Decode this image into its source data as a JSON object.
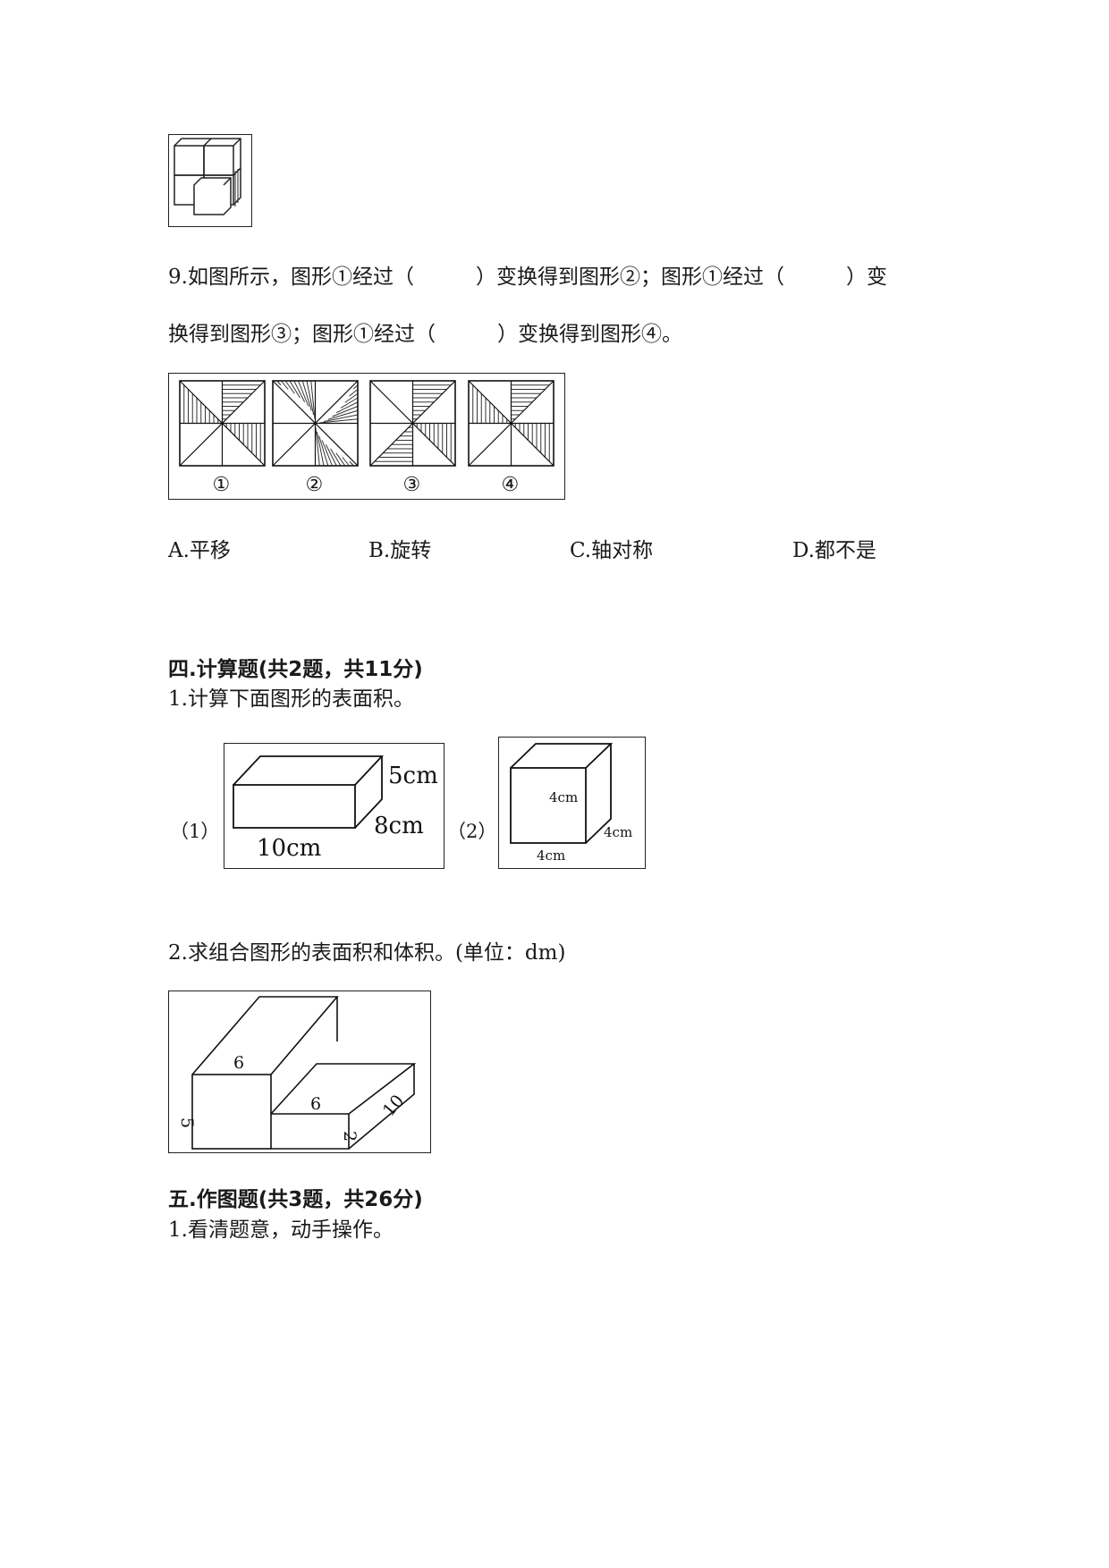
{
  "q8_figure": {},
  "q9": {
    "line1": "9.如图所示，图形①经过（　　　）变换得到图形②；图形①经过（　　　）变",
    "line2": "换得到图形③；图形①经过（　　　）变换得到图形④。",
    "figure_labels": [
      "①",
      "②",
      "③",
      "④"
    ],
    "options": [
      "A.平移",
      "B.旋转",
      "C.轴对称",
      "D.都不是"
    ]
  },
  "section4": {
    "heading": "四.计算题(共2题，共11分)",
    "q1": {
      "text": "1.计算下面图形的表面积。",
      "label1": "（1）",
      "label2": "（2）",
      "fig1": {
        "height": "5cm",
        "width": "8cm",
        "length": "10cm"
      },
      "fig2": {
        "height": "4cm",
        "width": "4cm",
        "length": "4cm"
      }
    },
    "q2": {
      "text": "2.求组合图形的表面积和体积。(单位：dm)",
      "dims": {
        "top": "6",
        "left": "5",
        "step_top": "6",
        "step_h": "2",
        "depth": "10"
      }
    }
  },
  "section5": {
    "heading": "五.作图题(共3题，共26分)",
    "q1": {
      "text": "1.看清题意，动手操作。"
    }
  }
}
